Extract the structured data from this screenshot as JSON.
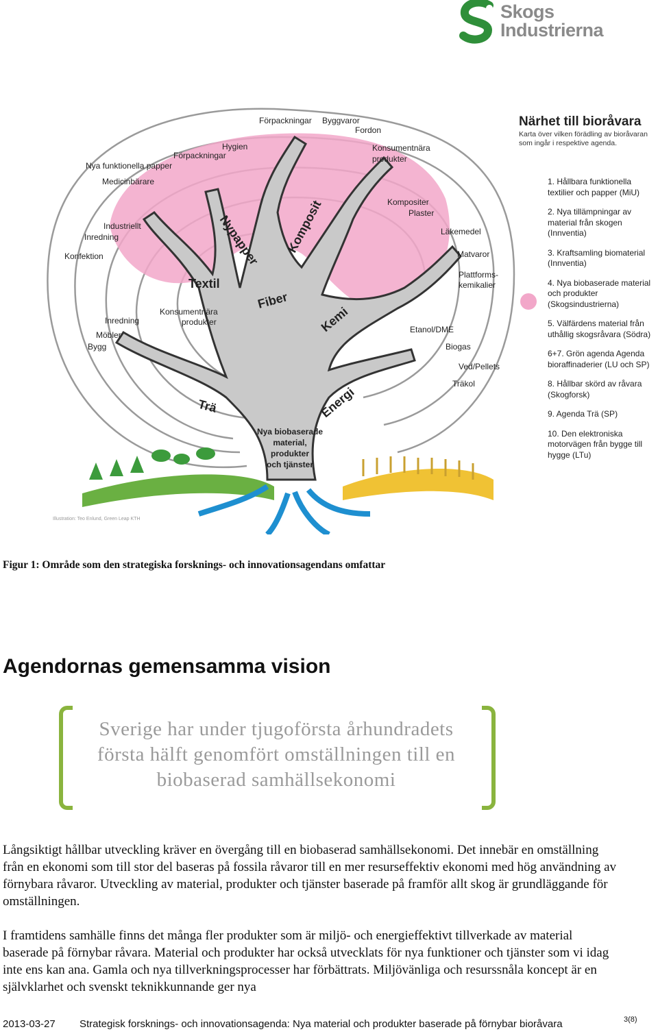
{
  "logo": {
    "line1": "Skogs",
    "line2": "Industrierna"
  },
  "figure": {
    "branch_labels": {
      "textil": "Textil",
      "nypapper": "Nypapper",
      "komposit": "Komposit",
      "fiber": "Fiber",
      "kemi": "Kemi",
      "tra": "Trä",
      "energi": "Energi"
    },
    "product_labels": {
      "forpackningar_top": "Förpackningar",
      "byggvaror": "Byggvaror",
      "fordon": "Fordon",
      "hygien": "Hygien",
      "forpackningar": "Förpackningar",
      "nya_funktionella": "Nya funktionella papper",
      "medicinbarare": "Medicinbärare",
      "konsumentnara_top_1": "Konsumentnära",
      "konsumentnara_top_2": "produkter",
      "kompositer": "Kompositer",
      "plaster": "Plaster",
      "lakemedel": "Läkemedel",
      "matvaror": "Matvaror",
      "plattforms_1": "Plattforms-",
      "plattforms_2": "kemikalier",
      "industriellt": "Industriellt",
      "inredning_top": "Inredning",
      "konfektion": "Konfektion",
      "inredning": "Inredning",
      "konsumentnara_1": "Konsumentnära",
      "konsumentnara_2": "produkter",
      "mobler": "Möbler",
      "bygg": "Bygg",
      "etanol": "Etanol/DME",
      "biogas": "Biogas",
      "ved": "Ved/Pellets",
      "trakol": "Träkol"
    },
    "trunk_label": [
      "Nya biobaserade",
      "material,",
      "produkter",
      "och tjänster"
    ],
    "legend_title": "Närhet till bioråvara",
    "legend_subtitle": "Karta över vilken förädling av bioråvaran som ingår i respektive agenda.",
    "legend_items": [
      "1. Hållbara funktionella textilier och papper (MiU)",
      "2. Nya tillämpningar av material från skogen (Innventia)",
      "3. Kraftsamling biomaterial (Innventia)",
      "4. Nya biobaserade material och produkter (Skogsindustrierna)",
      "5. Välfärdens material från uthållig skogsråvara (Södra)",
      "6+7. Grön agenda Agenda bioraffinaderier (LU och SP)",
      "8. Hållbar skörd av råvara (Skogforsk)",
      "9. Agenda Trä (SP)",
      "10. Den elektroniska motorvägen från bygge till hygge (LTu)"
    ],
    "credit": "Illustration: Teo Enlund, Green Leap KTH",
    "colors": {
      "pink": "#f2a7c9",
      "tree": "#c8c8c8",
      "green": "#6ab042",
      "yellow": "#f0c234",
      "blue": "#1e8fd0"
    }
  },
  "caption": "Figur 1: Område som den strategiska forsknings- och innovationsagendans omfattar",
  "section_title": "Agendornas gemensamma vision",
  "quote": "Sverige har under tjugoförsta århundradets första hälft genomfört omställningen till en biobaserad samhällsekonomi",
  "paragraph1": "Långsiktigt hållbar utveckling kräver en övergång till en biobaserad samhällsekonomi. Det innebär en omställning från en ekonomi som till stor del baseras på fossila råvaror till en mer resurseffektiv ekonomi med hög användning av förnybara råvaror. Utveckling av material, produkter och tjänster baserade på framför allt skog är grundläggande för omställningen.",
  "paragraph2": "I framtidens samhälle finns det många fler produkter som är miljö- och energieffektivt tillverkade av material baserade på förnybar råvara. Material och produkter har också utvecklats för nya funktioner och tjänster som vi idag inte ens kan ana. Gamla och nya tillverkningsprocesser har förbättrats. Miljövänliga och resurssnåla koncept är en självklarhet och svenskt teknikkunnande ger nya",
  "footer": {
    "date": "2013-03-27",
    "title": "Strategisk forsknings- och innovationsagenda: Nya material och produkter baserade på förnybar bioråvara",
    "page": "3(8)"
  }
}
